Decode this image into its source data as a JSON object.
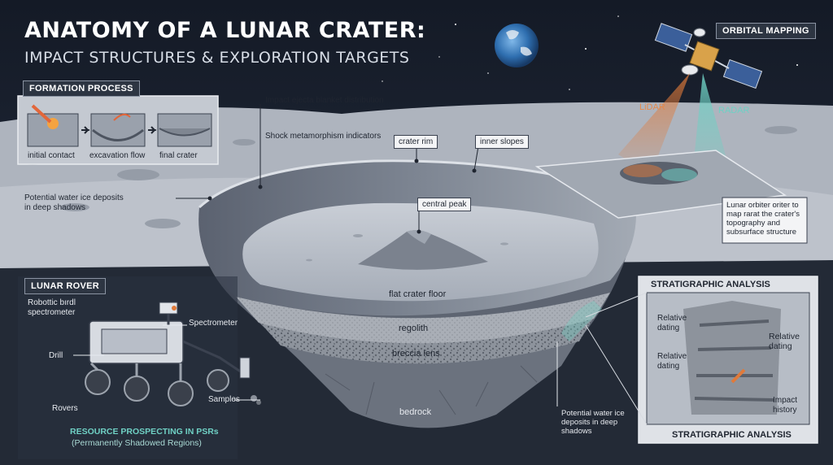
{
  "title": {
    "main": "ANATOMY OF A LUNAR CRATER:",
    "sub": "IMPACT STRUCTURES & EXPLORATION TARGETS"
  },
  "formation": {
    "heading": "FORMATION PROCESS",
    "steps": [
      "initial contact",
      "excavation flow",
      "final crater"
    ]
  },
  "orbital": {
    "heading": "ORBITAL MAPPING",
    "lidar": "LiDAR",
    "radar": "RADAR",
    "callout": [
      "Lunar orbiter oriter to",
      "map rarat the crater's",
      "topography and",
      "subsurface structure"
    ]
  },
  "surface_labels": {
    "ejecta": "Impact ejecta blanket distribution",
    "shock": "Shock metamorphism indicators",
    "water_ice_left": [
      "Potential water ice deposits",
      "in deep shadows"
    ],
    "crater_rim": "crater rim",
    "inner_slopes": "inner slopes",
    "central_peak": "central peak",
    "flat_floor": "flat crater floor"
  },
  "layers": {
    "regolith": "regolith",
    "breccia": "breccia lens",
    "bedrock": "bedrock"
  },
  "water_ice_bottom": [
    "Potential water ice",
    "deposits in deep",
    "shadows"
  ],
  "rover": {
    "heading": "LUNAR ROVER",
    "robotic": [
      "Robottic bırdl",
      "spectrometer"
    ],
    "spectrometer": "Spectrometer",
    "drill": "Drill",
    "rovers": "Rovers",
    "samples": "Samples",
    "prospecting_title": "RESOURCE PROSPECTING IN PSRs",
    "prospecting_sub": "(Permanently Shadowed Regions)"
  },
  "strat": {
    "heading": "STRATIGRAPHIC ANALYSIS",
    "footer": "STRATIGRAPHIC ANALYSIS",
    "rel1": [
      "Relative",
      "dating"
    ],
    "rel2": [
      "Relative",
      "dating"
    ],
    "rel3": [
      "Relative",
      "dating"
    ],
    "impact": [
      "Impact",
      "history"
    ]
  },
  "colors": {
    "space": "#1b2230",
    "surface": "#b9bec7",
    "crater_floor": "#b4bac5",
    "panel_bg": "#2d3542",
    "accent_teal": "#5fb7b4",
    "lidar_orange": "#e07a3a"
  }
}
